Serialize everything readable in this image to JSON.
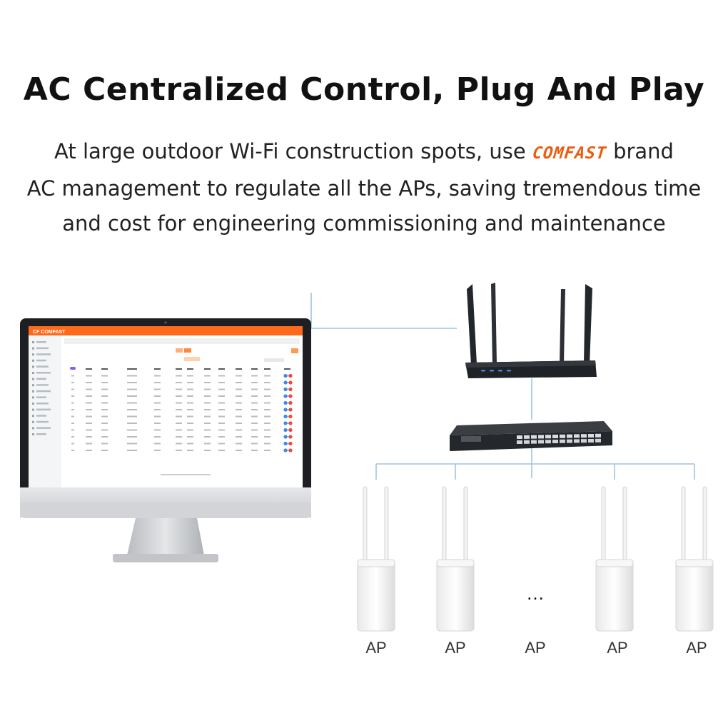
{
  "title": "AC Centralized Control, Plug And Play",
  "description": {
    "line1_before": "At large outdoor Wi-Fi construction spots, use",
    "brand": "COMFAST",
    "line1_after": "brand",
    "line2": "AC management to regulate all the APs, saving tremendous time",
    "line3": "and cost for engineering commissioning and maintenance"
  },
  "colors": {
    "brand": "#e85d14",
    "link_line": "#9ec4e2",
    "screen_accent": "#ff6a1a"
  },
  "monitor": {
    "screen_logo": "CF COMFAST"
  },
  "devices": {
    "router_icon": "router-icon",
    "switch_icon": "switch-icon",
    "ap_icon": "access-point-icon"
  },
  "aps": [
    {
      "label": "AP"
    },
    {
      "label": "AP"
    },
    {
      "label": "AP"
    },
    {
      "label": "AP"
    },
    {
      "label": "AP"
    }
  ],
  "ellipsis": "…"
}
